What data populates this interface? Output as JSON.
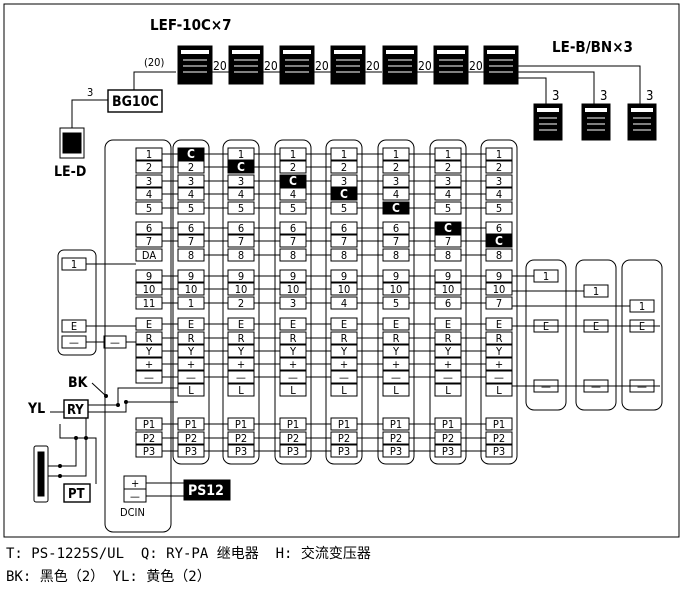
{
  "header": {
    "lef_title": "LEF-10C×7",
    "leb_title": "LE-B/BN×3",
    "bus_count": "(20)",
    "bus_num": "20",
    "le_d_wire": "3",
    "leb_wire": "3"
  },
  "devices": {
    "bg10c": "BG10C",
    "le_d": "LE-D",
    "ry": "RY",
    "pt": "PT",
    "ps12": "PS12",
    "dcin": "DCIN",
    "bk": "BK",
    "yl": "YL",
    "plus": "+",
    "minus": "—"
  },
  "lef_units": [
    {
      "c_row": 0,
      "eleven": "1"
    },
    {
      "c_row": 1,
      "eleven": "2"
    },
    {
      "c_row": 2,
      "eleven": "3"
    },
    {
      "c_row": 3,
      "eleven": "4"
    },
    {
      "c_row": 4,
      "eleven": "5"
    },
    {
      "c_row": 5,
      "eleven": "6"
    },
    {
      "c_row": 6,
      "eleven": "7"
    }
  ],
  "lef_labels": [
    "1",
    "2",
    "3",
    "4",
    "5",
    "6",
    "7",
    "8",
    "9",
    "10",
    "11",
    "E",
    "R",
    "Y",
    "+",
    "—",
    "L",
    "P1",
    "P2",
    "P3"
  ],
  "c_label": "C",
  "bg_labels": [
    "1",
    "2",
    "3",
    "4",
    "5",
    "6",
    "7",
    "DA",
    "9",
    "10",
    "11",
    "E",
    "R",
    "Y",
    "+",
    "—"
  ],
  "p_labels": [
    "P1",
    "P2",
    "P3"
  ],
  "le_d_term": {
    "one": "1",
    "e": "E",
    "minus": "—"
  },
  "leb_units": [
    {
      "one": "1",
      "e": "E",
      "minus": "—"
    },
    {
      "one": "1",
      "e": "E",
      "minus": "—"
    },
    {
      "one": "1",
      "e": "E",
      "minus": "—"
    }
  ],
  "notes": {
    "line1": "T: PS-1225S/UL  Q: RY-PA 继电器  H: 交流变压器",
    "line2": "BK: 黑色（2） YL: 黄色（2）"
  }
}
